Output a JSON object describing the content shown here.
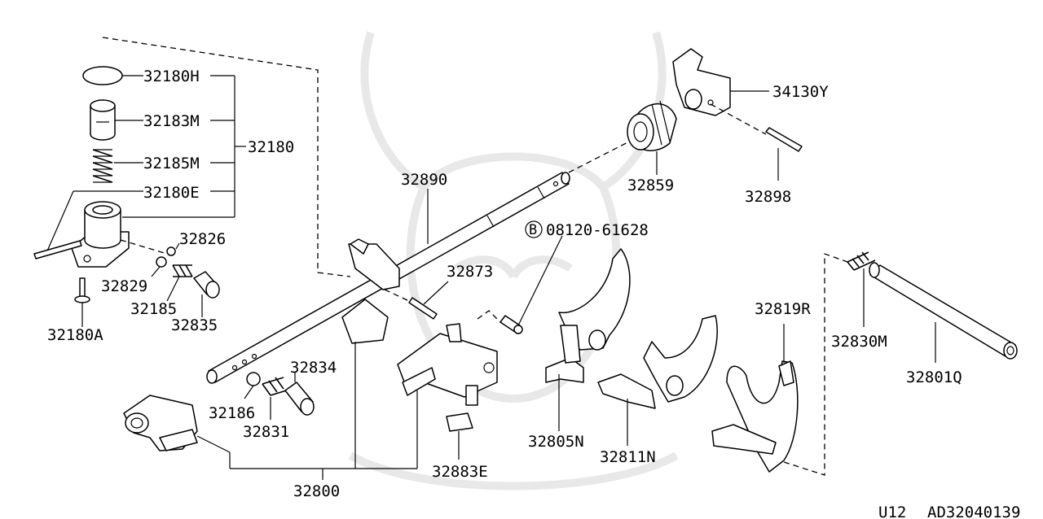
{
  "labels": {
    "p32180H": "32180H",
    "p32183M": "32183M",
    "p32185M": "32185M",
    "p32180E": "32180E",
    "p32180": "32180",
    "p32826": "32826",
    "p32829": "32829",
    "p32185": "32185",
    "p32835": "32835",
    "p32180A": "32180A",
    "p32890": "32890",
    "p32859": "32859",
    "p34130Y": "34130Y",
    "p32898": "32898",
    "p32873": "32873",
    "bolt_prefix": "B",
    "bolt": "08120-61628",
    "p32834": "32834",
    "p32186": "32186",
    "p32831": "32831",
    "p32800": "32800",
    "p32883E": "32883E",
    "p32805N": "32805N",
    "p32811N": "32811N",
    "p32819R": "32819R",
    "p32830M": "32830M",
    "p32801Q": "32801Q"
  },
  "footer": {
    "model": "U12",
    "diagram_code": "AD32040139"
  }
}
